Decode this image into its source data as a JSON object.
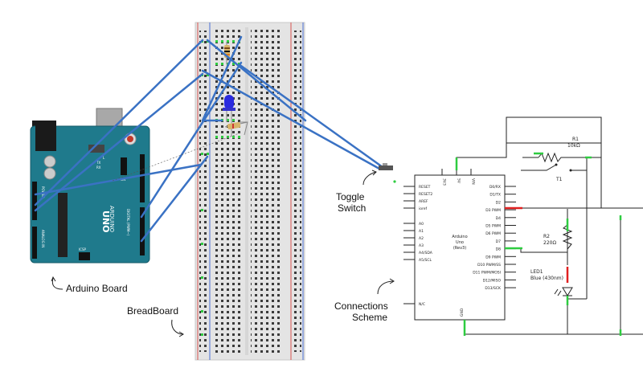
{
  "labels": {
    "arduino_board": "Arduino Board",
    "breadboard": "BreadBoard",
    "toggle_switch_line1": "Toggle",
    "toggle_switch_line2": "Switch",
    "connections_line1": "Connections",
    "connections_line2": "Scheme"
  },
  "arduino": {
    "brand": "ARDUINO",
    "model": "UNO",
    "digital_label": "DIGITAL (PWM~)",
    "analog_label": "ANALOG IN",
    "power_label": "POWER",
    "icsp_label": "ICSP",
    "tx_label": "TX",
    "rx_label": "RX",
    "l_label": "L",
    "on_label": "ON"
  },
  "schematic": {
    "chip_title_1": "Arduino",
    "chip_title_2": "Uno",
    "chip_title_3": "(Rev3)",
    "top_pins": [
      "3V3",
      "5V",
      "VIN"
    ],
    "bottom_pin": "GND",
    "left_pins": [
      "RESET",
      "RESET2",
      "AREF",
      "ioref",
      "A0",
      "A1",
      "A2",
      "A3",
      "A4/SDA",
      "A5/SCL",
      "N/C"
    ],
    "right_pins": [
      "D0/RX",
      "D1/TX",
      "D2",
      "D3 PWM",
      "D4",
      "D5 PWM",
      "D6 PWM",
      "D7",
      "D8",
      "D9 PWM",
      "D10 PWM/SS",
      "D11 PWM/MOSI",
      "D12/MISO",
      "D13/SCK"
    ],
    "r1_name": "R1",
    "r1_value": "10kΩ",
    "r2_name": "R2",
    "r2_value": "220Ω",
    "switch_name": "T1",
    "led_name": "LED1",
    "led_value": "Blue (430nm)"
  },
  "colors": {
    "wire_blue": "#3a72c4",
    "board_teal": "#1f7a8c",
    "breadboard_bg": "#e6e6e6",
    "rail_red": "#d9534f",
    "rail_blue": "#4a6fd6",
    "green_mark": "#2ecc40",
    "red_mark": "#e02020"
  }
}
